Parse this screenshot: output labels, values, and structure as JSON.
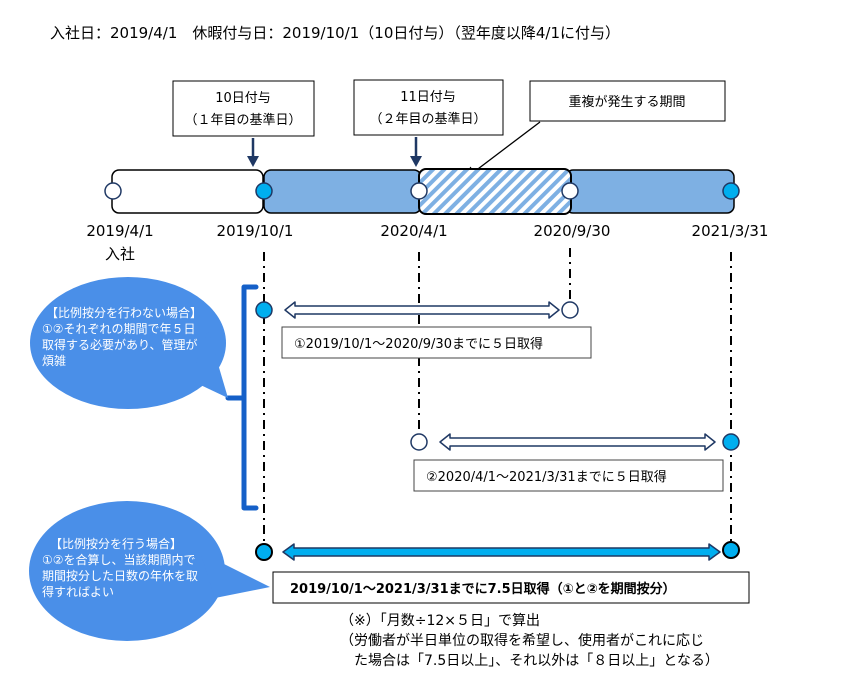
{
  "title": "入社日：2019/4/1　休暇付与日：2019/10/1（10日付与）（翌年度以降4/1に付与）",
  "colors": {
    "bar_fill": "#7eb0e3",
    "hatch_stripe": "#7eb0e3",
    "dot_blue": "#00aeef",
    "dot_stroke": "#1f3864",
    "arrow_dark": "#1f3864",
    "bubble": "#4a8fe8",
    "bracket": "#1560c8",
    "line_dark": "#000000"
  },
  "grant_boxes": [
    {
      "line1": "10日付与",
      "line2": "（１年目の基準日）"
    },
    {
      "line1": "11日付与",
      "line2": "（２年目の基準日）"
    }
  ],
  "overlap_callout": "重複が発生する期間",
  "timeline": {
    "dates": [
      "2019/4/1",
      "2019/10/1",
      "2020/4/1",
      "2020/9/30",
      "2021/3/31"
    ],
    "join_label": "入社"
  },
  "bubble_no_proration": {
    "lines": [
      "【比例按分を行わない場合】",
      "①②それぞれの期間で年５日",
      "取得する必要があり、管理が",
      "煩雑"
    ]
  },
  "bubble_proration": {
    "lines": [
      "【比例按分を行う場合】",
      "①②を合算し、当該期間内で",
      "期間按分した日数の年休を取",
      "得すればよい"
    ]
  },
  "range1": "①2019/10/1～2020/9/30までに５日取得",
  "range2": "②2020/4/1～2021/3/31までに５日取得",
  "range3": "2019/10/1～2021/3/31までに7.5日取得（①と②を期間按分）",
  "notes": [
    "（※）「月数÷12×５日」で算出",
    "（労働者が半日単位の取得を希望し、使用者がこれに応じ",
    "　た場合は「7.5日以上」、それ以外は「８日以上」となる）"
  ]
}
